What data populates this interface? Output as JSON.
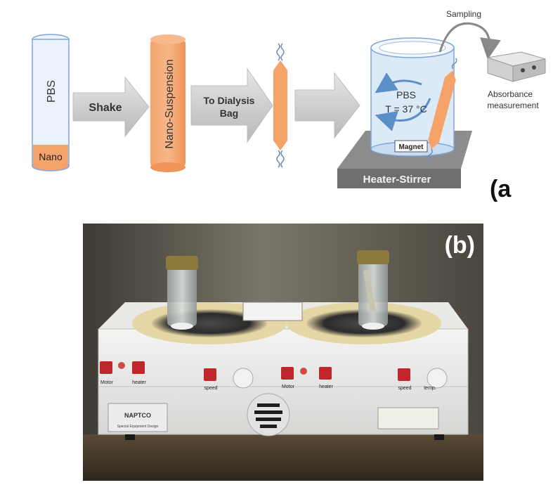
{
  "panel_a": {
    "letter": "(a",
    "tube_pbs_label": "PBS",
    "tube_nano_label": "Nano",
    "arrow_1_label": "Shake",
    "tube_suspension_label": "Nano-Suspension",
    "arrow_2_label_line1": "To Dialysis",
    "arrow_2_label_line2": "Bag",
    "beaker_pbs_label": "PBS",
    "beaker_temp_label": "T = 37 °C",
    "magnet_label": "Magnet",
    "heater_label": "Heater-Stirrer",
    "sampling_label": "Sampling",
    "absorbance_line1": "Absorbance",
    "absorbance_line2": "measurement"
  },
  "panel_b": {
    "letter": "(b)",
    "switch_labels": [
      "Motor",
      "heater",
      "speed",
      "Motor",
      "heater",
      "speed",
      "temp."
    ],
    "brand_label": "NAPTCO",
    "brand_sub": "Special Equipment Design"
  },
  "colors": {
    "tube_blue": "#dce9f7",
    "tube_outline": "#7ea6d8",
    "orange": "#f5a26b",
    "arrow_gray": "#cfcfcf",
    "dark_gray": "#555555"
  }
}
